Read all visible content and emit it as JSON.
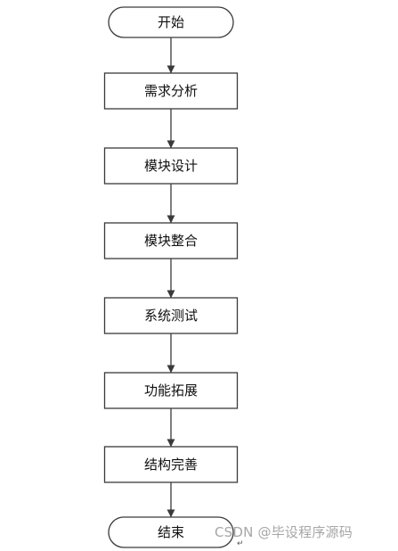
{
  "flowchart": {
    "nodes": [
      {
        "id": "start",
        "shape": "terminal",
        "label": "开始"
      },
      {
        "id": "requirements-analysis",
        "shape": "process",
        "label": "需求分析"
      },
      {
        "id": "module-design",
        "shape": "process",
        "label": "模块设计"
      },
      {
        "id": "module-integration",
        "shape": "process",
        "label": "模块整合"
      },
      {
        "id": "system-testing",
        "shape": "process",
        "label": "系统测试"
      },
      {
        "id": "feature-extension",
        "shape": "process",
        "label": "功能拓展"
      },
      {
        "id": "structure-refinement",
        "shape": "process",
        "label": "结构完善"
      },
      {
        "id": "end",
        "shape": "terminal",
        "label": "结束"
      }
    ],
    "edges": [
      {
        "from": "start",
        "to": "requirements-analysis"
      },
      {
        "from": "requirements-analysis",
        "to": "module-design"
      },
      {
        "from": "module-design",
        "to": "module-integration"
      },
      {
        "from": "module-integration",
        "to": "system-testing"
      },
      {
        "from": "system-testing",
        "to": "feature-extension"
      },
      {
        "from": "feature-extension",
        "to": "structure-refinement"
      },
      {
        "from": "structure-refinement",
        "to": "end"
      }
    ]
  },
  "watermark": {
    "text": "CSDN @毕设程序源码"
  },
  "colors": {
    "stroke": "#3a3a3a",
    "text": "#111111",
    "watermark": "#a6a6a6"
  }
}
